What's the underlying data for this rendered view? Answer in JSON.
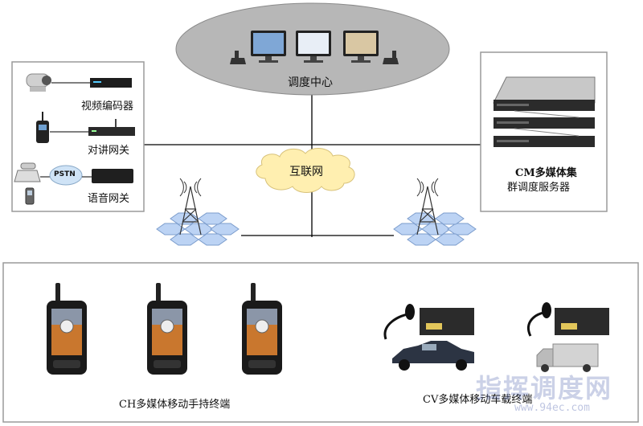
{
  "labels": {
    "dispatch_center": "调度中心",
    "internet": "互联网",
    "video_encoder": "视频编码器",
    "intercom_gateway": "对讲网关",
    "pstn": "PSTN",
    "voice_gateway": "语音网关",
    "cm_server_line1": "CM多媒体集",
    "cm_server_line2": "群调度服务器",
    "ch_terminal": "CH多媒体移动手持终端",
    "cv_terminal": "CV多媒体移动车载终端"
  },
  "watermark": {
    "text": "指挥调度网",
    "url": "www.94ec.com"
  },
  "colors": {
    "ellipse": "#b7b7b7",
    "cloud": "#ffefb0",
    "hexagon": "#bcd3f4",
    "panel_border": "#9a9a9a",
    "link": "#000000"
  }
}
